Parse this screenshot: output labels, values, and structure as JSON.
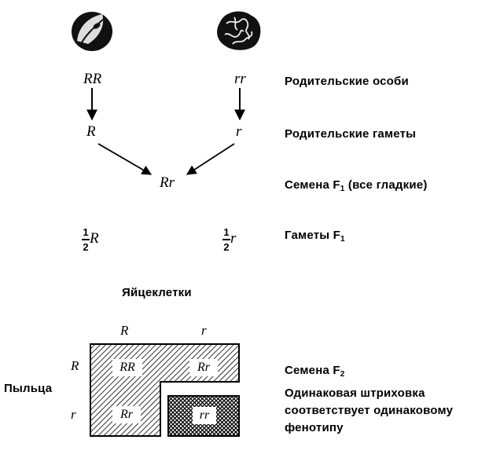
{
  "genotypes": {
    "parent_left": "RR",
    "parent_right": "rr",
    "gamete_left": "R",
    "gamete_right": "r",
    "f1": "Rr",
    "f1_gamete_left_allele": "R",
    "f1_gamete_right_allele": "r",
    "f1_gamete_fraction_num": "1",
    "f1_gamete_fraction_den": "2"
  },
  "labels": {
    "parents": "Родительские особи",
    "parent_gametes": "Родительские гаметы",
    "f1_seeds_prefix": "Семена F",
    "f1_seeds_sub": "1",
    "f1_seeds_suffix": " (все гладкие)",
    "f1_gametes_prefix": "Гаметы F",
    "f1_gametes_sub": "1",
    "f2_seeds_prefix": "Семена F",
    "f2_seeds_sub": "2",
    "shading_note_1": "Одинаковая штриховка",
    "shading_note_2": "соответствует одинаковому",
    "shading_note_3": "фенотипу"
  },
  "punnett": {
    "eggs_label": "Яйцеклетки",
    "pollen_label": "Пыльца",
    "col_headers": [
      "R",
      "r"
    ],
    "row_headers": [
      "R",
      "r"
    ],
    "cells": [
      "RR",
      "Rr",
      "Rr",
      "rr"
    ]
  }
}
